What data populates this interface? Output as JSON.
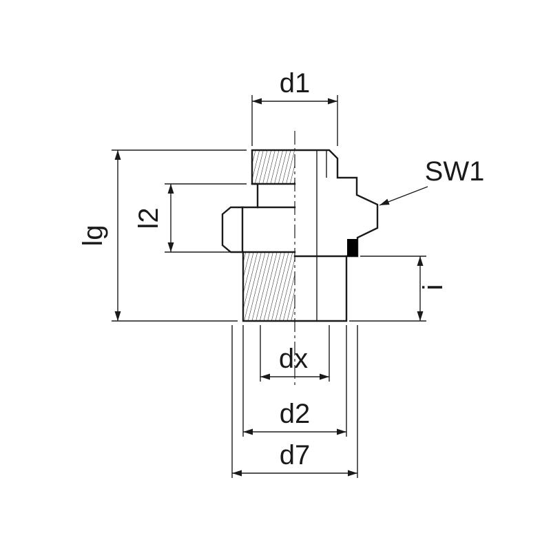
{
  "drawing": {
    "type": "technical-dimension-drawing",
    "subject": "male-stud-fitting-cross-section",
    "labels": {
      "d1": "d1",
      "sw1": "SW1",
      "lg": "lg",
      "l2": "l2",
      "i": "i",
      "dx": "dx",
      "d2": "d2",
      "d7": "d7"
    },
    "colors": {
      "line": "#1a1a1a",
      "background": "#ffffff",
      "seal_fill": "#000000"
    }
  }
}
